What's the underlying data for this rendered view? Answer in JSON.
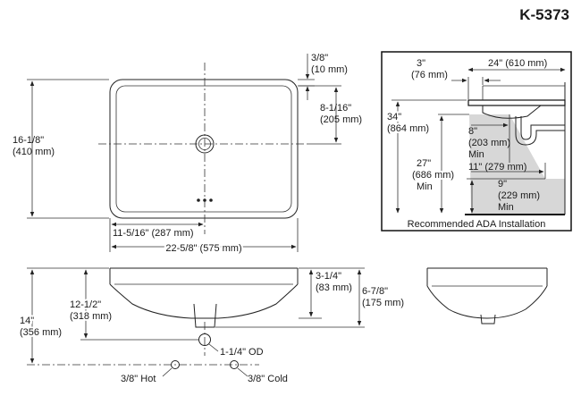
{
  "header": {
    "model": "K-5373"
  },
  "top_view": {
    "overflow_gap": "3/8\"",
    "overflow_gap_mm": "(10 mm)",
    "overflow_to_drain": "8-1/16\"",
    "overflow_to_drain_mm": "(205 mm)",
    "depth": "16-1/8\"",
    "depth_mm": "(410 mm)",
    "half_width": "11-5/16\" (287 mm)",
    "width": "22-5/8\" (575 mm)"
  },
  "ada": {
    "title": "Recommended ADA Installation",
    "setback": "3\"",
    "setback_mm": "(76 mm)",
    "counter_depth": "24\" (610 mm)",
    "rim_height": "34\"",
    "rim_height_mm": "(864 mm)",
    "knee_depth": "8\"",
    "knee_depth_mm": "(203 mm)",
    "knee_depth_min": "Min",
    "knee_height": "27\"",
    "knee_height_mm": "(686 mm)",
    "knee_height_min": "Min",
    "toe_depth": "11\" (279 mm)",
    "toe_height": "9\"",
    "toe_height_mm": "(229 mm)",
    "toe_height_min": "Min"
  },
  "front_view": {
    "bowl_depth": "3-1/4\"",
    "bowl_depth_mm": "(83 mm)",
    "overall_height": "6-7/8\"",
    "overall_height_mm": "(175 mm)",
    "outlet_height": "12-1/2\"",
    "outlet_height_mm": "(318 mm)",
    "supply_height": "14\"",
    "supply_height_mm": "(356 mm)",
    "outlet_size": "1-1/4\" OD",
    "hot": "3/8\" Hot",
    "cold": "3/8\" Cold"
  }
}
